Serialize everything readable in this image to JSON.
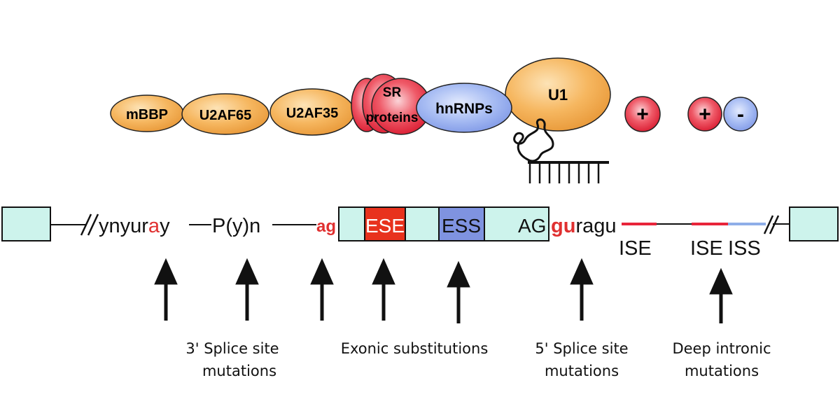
{
  "colors": {
    "orange_fill": "#f6b760",
    "red_fill": "#e8243a",
    "blue_fill": "#8ca6ee",
    "exon_fill": "#cdf3ec",
    "ese_fill": "#e8321d",
    "ess_fill": "#7f93e0",
    "red_line": "#e8243a",
    "blue_line": "#8faee8",
    "red_text": "#e03030",
    "black": "#111111"
  },
  "proteins": {
    "mbbp": "mBBP",
    "u2af65": "U2AF65",
    "u2af35": "U2AF35",
    "sr_line1": "SR",
    "sr_line2": "proteins",
    "hnrnps": "hnRNPs",
    "u1": "U1",
    "plus1": "+",
    "plus2": "+",
    "minus": "-"
  },
  "sequence": {
    "branch_pre": "ynyur",
    "branch_a": "a",
    "branch_post": "y",
    "pyn": "P(y)n",
    "ag": "ag",
    "ese": "ESE",
    "ess": "ESS",
    "exon_ag": "AG",
    "gu": "gu",
    "ragu": "ragu",
    "ise1": "ISE",
    "ise2": "ISE",
    "iss": "ISS"
  },
  "captions": {
    "splice3_line1": "3' Splice site",
    "splice3_line2": "mutations",
    "exonic": "Exonic substitutions",
    "splice5_line1": "5' Splice site",
    "splice5_line2": "mutations",
    "deep_line1": "Deep intronic",
    "deep_line2": "mutations"
  }
}
